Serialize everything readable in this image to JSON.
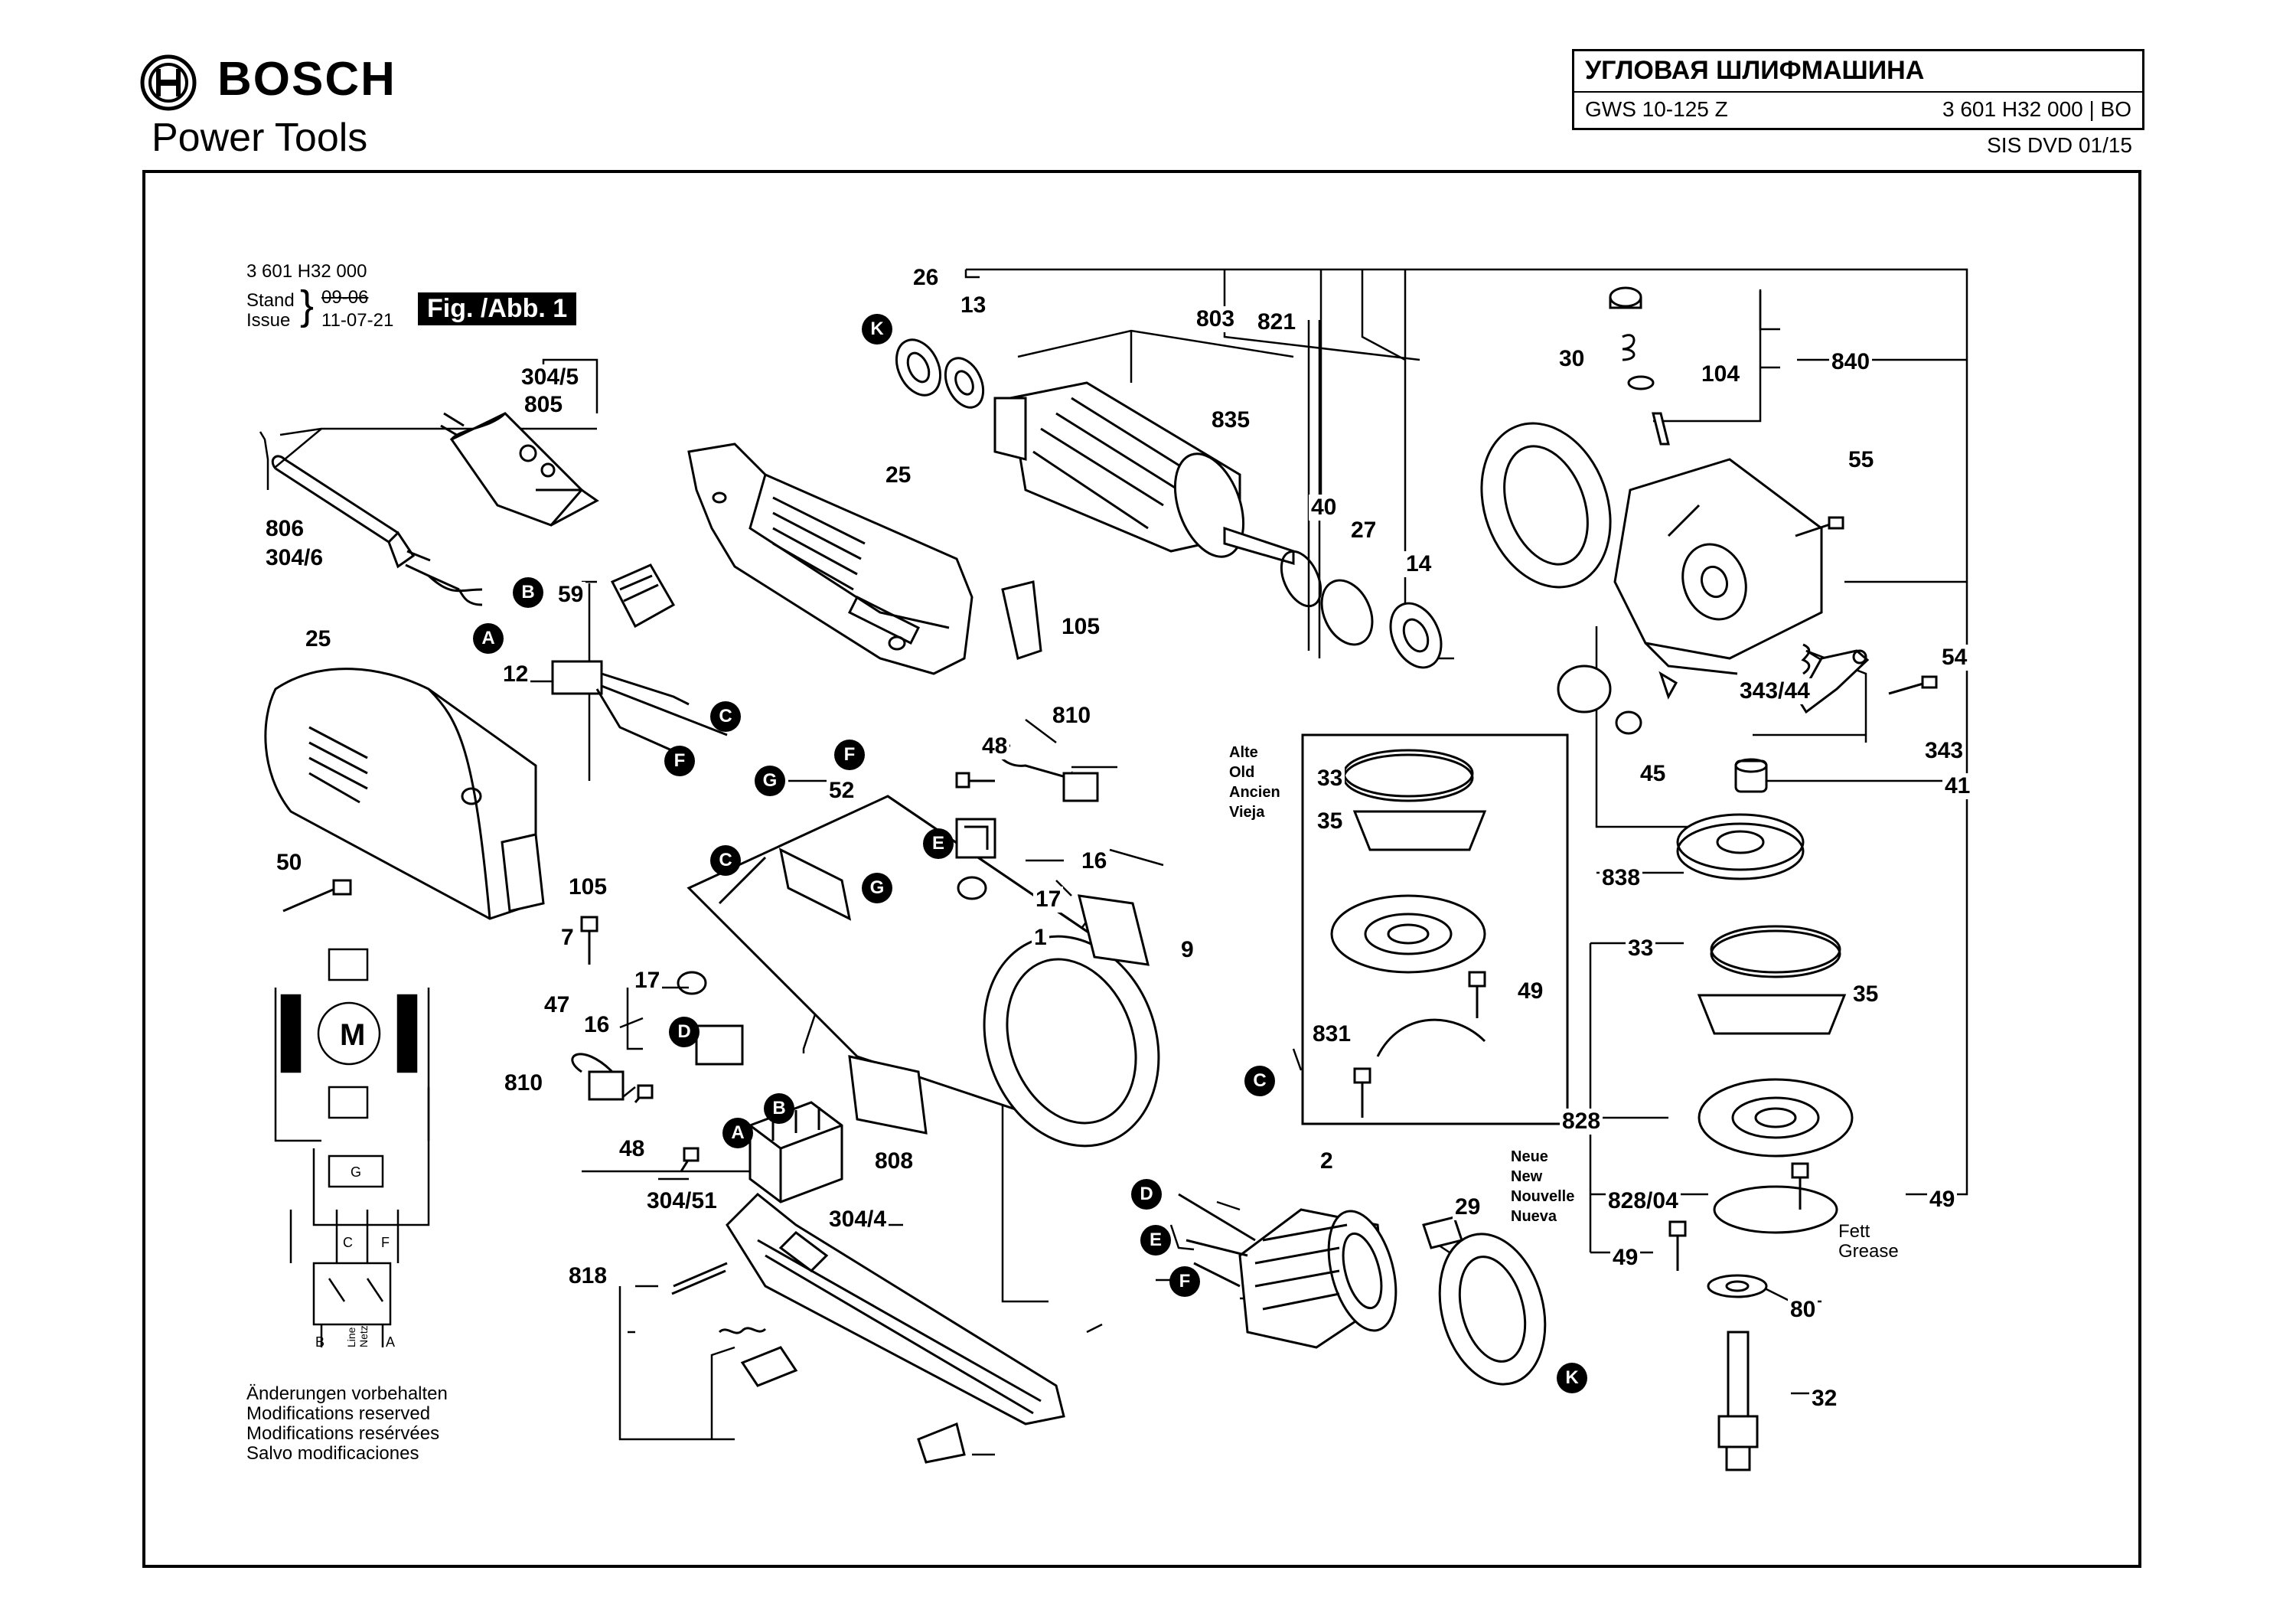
{
  "brand": {
    "name": "BOSCH",
    "division": "Power Tools"
  },
  "title_block": {
    "title": "УГЛОВАЯ ШЛИФМАШИНА",
    "model": "GWS 10-125 Z",
    "part_number": "3 601 H32 000 | BO",
    "source": "SIS DVD 01/15"
  },
  "info": {
    "article": "3 601 H32 000",
    "stand_label": "Stand",
    "issue_label": "Issue",
    "stand_old": "09-06",
    "issue_date": "11-07-21",
    "figure": "Fig. /Abb. 1"
  },
  "disclaimer": [
    "Änderungen vorbehalten",
    "Modifications reserved",
    "Modifications resérvées",
    "Salvo modificaciones"
  ],
  "old_label": [
    "Alte",
    "Old",
    "Ancien",
    "Vieja"
  ],
  "new_label": [
    "Neue",
    "New",
    "Nouvelle",
    "Nueva"
  ],
  "grease_label": [
    "Fett",
    "Grease"
  ],
  "motor_symbol": "M",
  "schematic_labels": {
    "g": "G",
    "c": "C",
    "f": "F",
    "b": "B",
    "a": "A",
    "line": "Line",
    "netz": "Netz"
  },
  "part_labels": [
    "26",
    "13",
    "803",
    "821",
    "30",
    "840",
    "104",
    "835",
    "25",
    "304/5",
    "805",
    "55",
    "40",
    "27",
    "14",
    "806",
    "304/6",
    "59",
    "105",
    "25",
    "54",
    "343/44",
    "343",
    "12",
    "810",
    "48",
    "52",
    "16",
    "17",
    "1",
    "9",
    "45",
    "41",
    "838",
    "33",
    "35",
    "49",
    "831",
    "50",
    "105",
    "7",
    "47",
    "17",
    "16",
    "810",
    "48",
    "304/51",
    "304/4",
    "808",
    "2",
    "29",
    "818",
    "33",
    "35",
    "828",
    "828/04",
    "49",
    "49",
    "80",
    "32"
  ],
  "connector_markers": [
    "K",
    "B",
    "A",
    "C",
    "F",
    "G",
    "F",
    "E",
    "C",
    "G",
    "D",
    "B",
    "A",
    "C",
    "D",
    "E",
    "F",
    "K"
  ]
}
